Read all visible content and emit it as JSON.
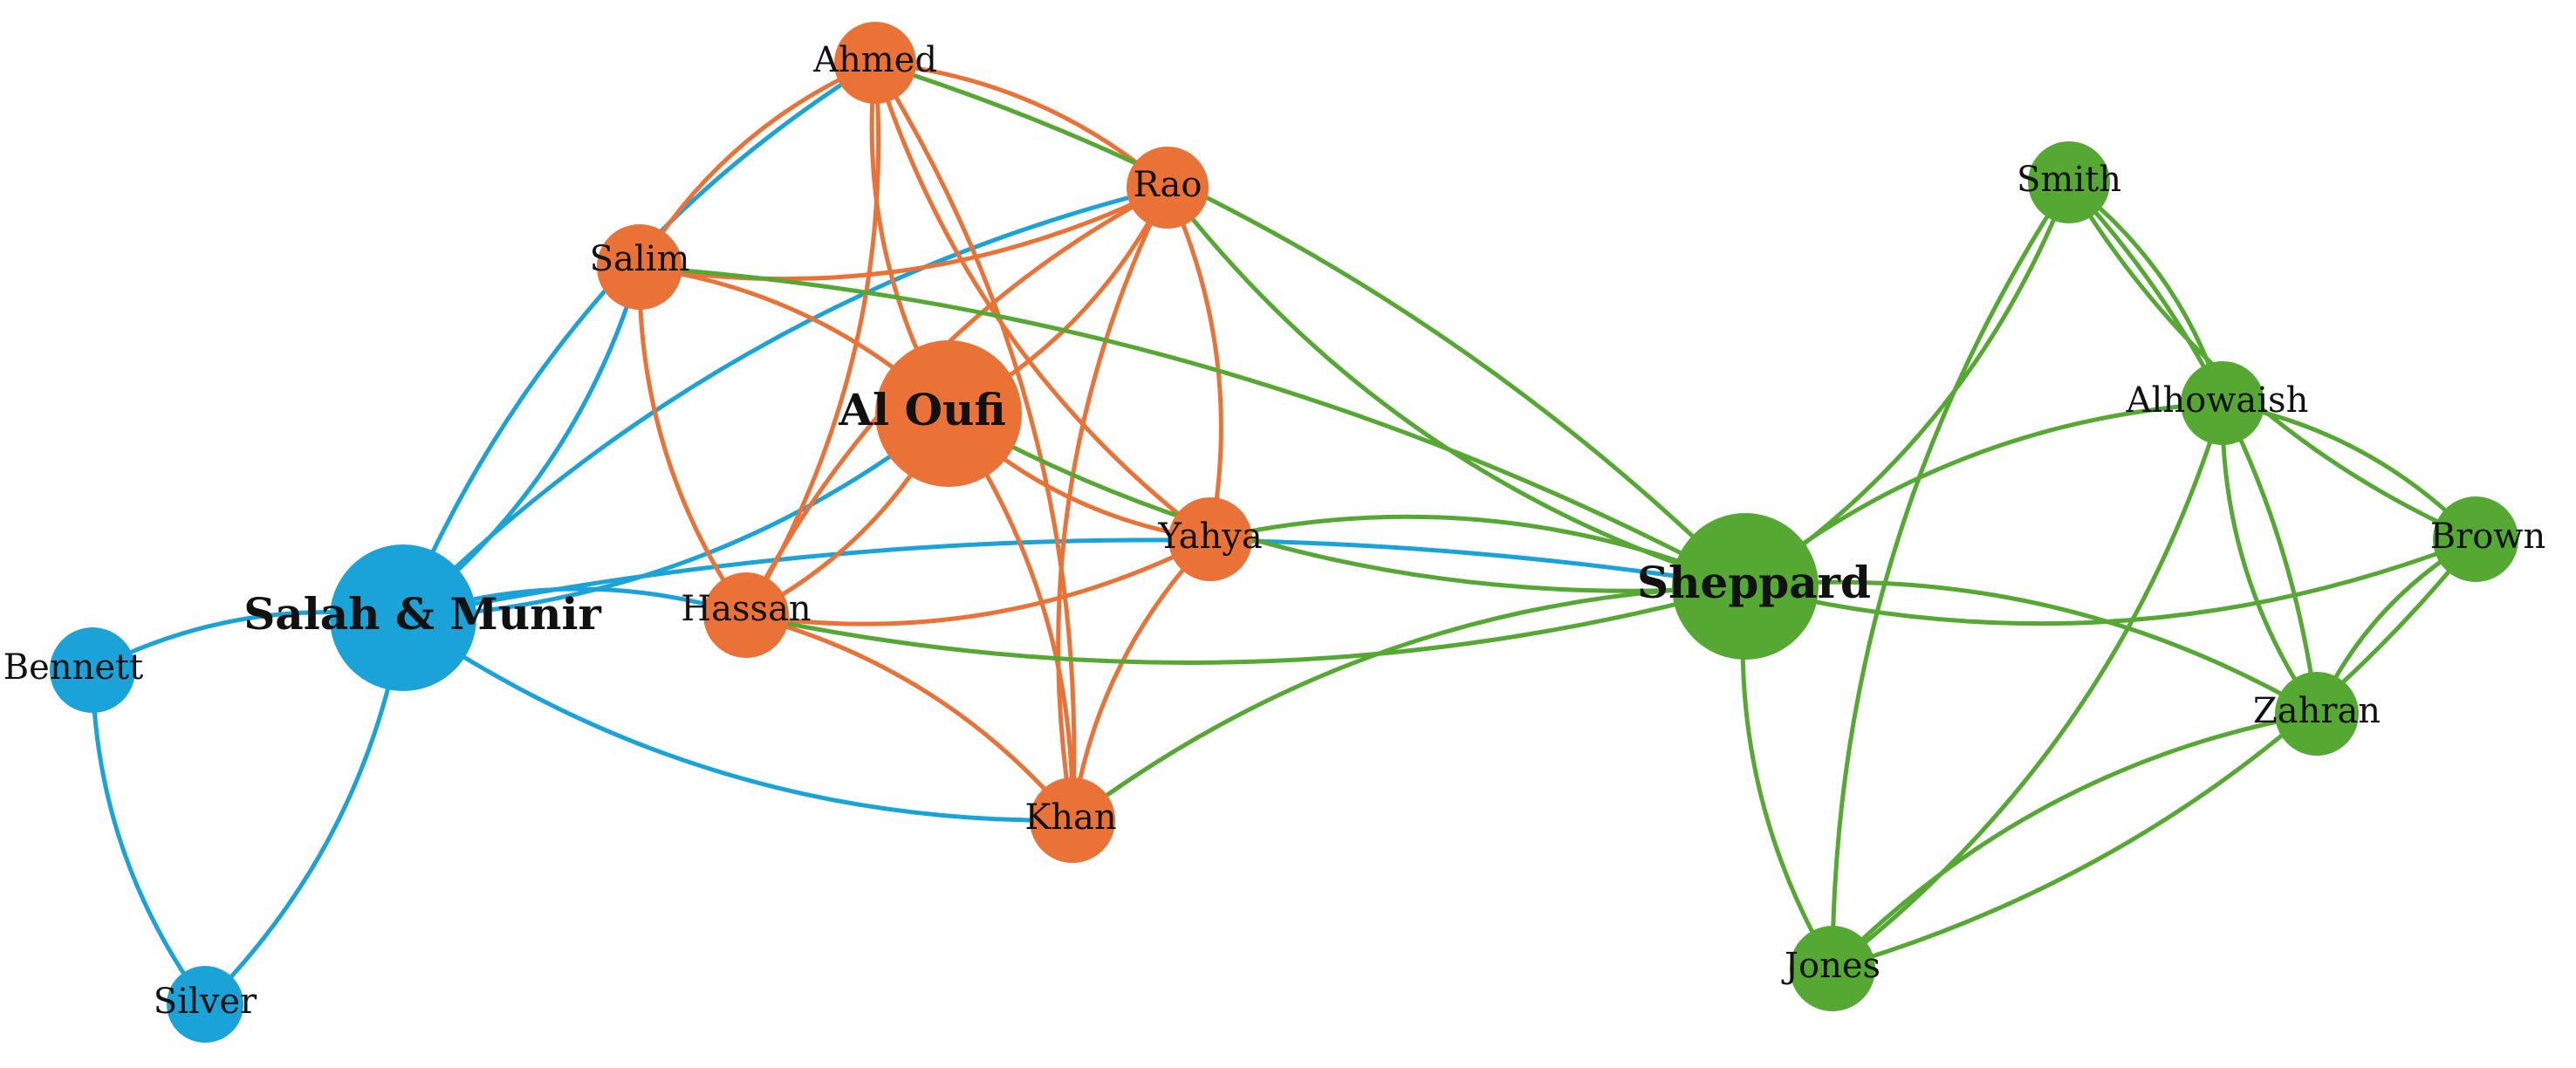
{
  "colors": {
    "blue": "#1aa3d9",
    "orange": "#ea7236",
    "green": "#55a932"
  },
  "nodes": [
    {
      "id": "salah_munir",
      "label": "Salah & Munir",
      "group": "blue",
      "size": "large"
    },
    {
      "id": "bennett",
      "label": "Bennett",
      "group": "blue",
      "size": "small"
    },
    {
      "id": "silver",
      "label": "Silver",
      "group": "blue",
      "size": "small"
    },
    {
      "id": "al_oufi",
      "label": "Al Oufi",
      "group": "orange",
      "size": "large"
    },
    {
      "id": "ahmed",
      "label": "Ahmed",
      "group": "orange",
      "size": "small"
    },
    {
      "id": "rao",
      "label": "Rao",
      "group": "orange",
      "size": "small"
    },
    {
      "id": "salim",
      "label": "Salim",
      "group": "orange",
      "size": "small"
    },
    {
      "id": "hassan",
      "label": "Hassan",
      "group": "orange",
      "size": "small"
    },
    {
      "id": "yahya",
      "label": "Yahya",
      "group": "orange",
      "size": "small"
    },
    {
      "id": "khan",
      "label": "Khan",
      "group": "orange",
      "size": "small"
    },
    {
      "id": "sheppard",
      "label": "Sheppard",
      "group": "green",
      "size": "large"
    },
    {
      "id": "smith",
      "label": "Smith",
      "group": "green",
      "size": "small"
    },
    {
      "id": "alhowaish",
      "label": "Alhowaish",
      "group": "green",
      "size": "small"
    },
    {
      "id": "brown",
      "label": "Brown",
      "group": "green",
      "size": "small"
    },
    {
      "id": "zahran",
      "label": "Zahran",
      "group": "green",
      "size": "small"
    },
    {
      "id": "jones",
      "label": "Jones",
      "group": "green",
      "size": "small"
    }
  ],
  "edges": [
    {
      "source": "salah_munir",
      "target": "bennett",
      "group": "blue"
    },
    {
      "source": "salah_munir",
      "target": "silver",
      "group": "blue"
    },
    {
      "source": "bennett",
      "target": "silver",
      "group": "blue"
    },
    {
      "source": "salah_munir",
      "target": "ahmed",
      "group": "blue"
    },
    {
      "source": "salah_munir",
      "target": "salim",
      "group": "blue"
    },
    {
      "source": "salah_munir",
      "target": "rao",
      "group": "blue"
    },
    {
      "source": "salah_munir",
      "target": "al_oufi",
      "group": "blue"
    },
    {
      "source": "salah_munir",
      "target": "hassan",
      "group": "blue"
    },
    {
      "source": "salah_munir",
      "target": "khan",
      "group": "blue"
    },
    {
      "source": "salah_munir",
      "target": "sheppard",
      "group": "blue"
    },
    {
      "source": "ahmed",
      "target": "salim",
      "group": "orange"
    },
    {
      "source": "ahmed",
      "target": "rao",
      "group": "orange"
    },
    {
      "source": "ahmed",
      "target": "al_oufi",
      "group": "orange"
    },
    {
      "source": "ahmed",
      "target": "hassan",
      "group": "orange"
    },
    {
      "source": "ahmed",
      "target": "yahya",
      "group": "orange"
    },
    {
      "source": "ahmed",
      "target": "khan",
      "group": "orange"
    },
    {
      "source": "salim",
      "target": "rao",
      "group": "orange"
    },
    {
      "source": "salim",
      "target": "al_oufi",
      "group": "orange"
    },
    {
      "source": "salim",
      "target": "hassan",
      "group": "orange"
    },
    {
      "source": "rao",
      "target": "al_oufi",
      "group": "orange"
    },
    {
      "source": "rao",
      "target": "hassan",
      "group": "orange"
    },
    {
      "source": "rao",
      "target": "yahya",
      "group": "orange"
    },
    {
      "source": "rao",
      "target": "khan",
      "group": "orange"
    },
    {
      "source": "al_oufi",
      "target": "hassan",
      "group": "orange"
    },
    {
      "source": "al_oufi",
      "target": "yahya",
      "group": "orange"
    },
    {
      "source": "al_oufi",
      "target": "khan",
      "group": "orange"
    },
    {
      "source": "hassan",
      "target": "yahya",
      "group": "orange"
    },
    {
      "source": "hassan",
      "target": "khan",
      "group": "orange"
    },
    {
      "source": "yahya",
      "target": "khan",
      "group": "orange"
    },
    {
      "source": "ahmed",
      "target": "sheppard",
      "group": "green"
    },
    {
      "source": "rao",
      "target": "sheppard",
      "group": "green"
    },
    {
      "source": "salim",
      "target": "sheppard",
      "group": "green"
    },
    {
      "source": "al_oufi",
      "target": "sheppard",
      "group": "green"
    },
    {
      "source": "yahya",
      "target": "sheppard",
      "group": "green"
    },
    {
      "source": "hassan",
      "target": "sheppard",
      "group": "green"
    },
    {
      "source": "khan",
      "target": "sheppard",
      "group": "green"
    },
    {
      "source": "sheppard",
      "target": "smith",
      "group": "green"
    },
    {
      "source": "sheppard",
      "target": "alhowaish",
      "group": "green"
    },
    {
      "source": "sheppard",
      "target": "brown",
      "group": "green"
    },
    {
      "source": "sheppard",
      "target": "zahran",
      "group": "green"
    },
    {
      "source": "sheppard",
      "target": "jones",
      "group": "green"
    },
    {
      "source": "smith",
      "target": "alhowaish",
      "group": "green"
    },
    {
      "source": "smith",
      "target": "brown",
      "group": "green"
    },
    {
      "source": "smith",
      "target": "zahran",
      "group": "green"
    },
    {
      "source": "smith",
      "target": "jones",
      "group": "green"
    },
    {
      "source": "alhowaish",
      "target": "brown",
      "group": "green"
    },
    {
      "source": "alhowaish",
      "target": "zahran",
      "group": "green"
    },
    {
      "source": "alhowaish",
      "target": "jones",
      "group": "green"
    },
    {
      "source": "brown",
      "target": "zahran",
      "group": "green"
    },
    {
      "source": "brown",
      "target": "jones",
      "group": "green"
    },
    {
      "source": "zahran",
      "target": "jones",
      "group": "green"
    }
  ]
}
